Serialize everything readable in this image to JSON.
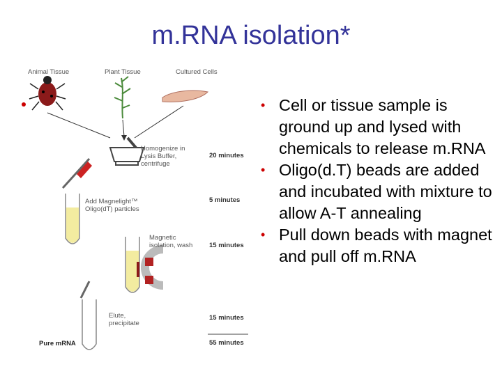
{
  "title": "m.RNA isolation*",
  "diagram": {
    "sources": [
      "Animal Tissue",
      "Plant Tissue",
      "Cultured Cells"
    ],
    "steps": [
      {
        "label": [
          "Homogenize in",
          "Lysis Buffer,",
          "centrifuge"
        ],
        "time": "20 minutes"
      },
      {
        "label": [
          "Add Magnelight™",
          "Oligo(dT) particles"
        ],
        "time": "5 minutes"
      },
      {
        "label": [
          "Magnetic",
          "isolation, wash"
        ],
        "time": "15 minutes"
      },
      {
        "label": [
          "Elute,",
          "precipitate"
        ],
        "time": "15 minutes"
      }
    ],
    "total_time": "55 minutes",
    "product": "Pure mRNA"
  },
  "bullets": [
    "Cell or tissue sample is ground up and lysed with chemicals to release m.RNA",
    "Oligo(d.T) beads are added and incubated with mixture to allow A-T annealing",
    "Pull down beads with magnet and pull off m.RNA"
  ],
  "colors": {
    "title": "#333399",
    "bullet_marker": "#cc0000"
  }
}
